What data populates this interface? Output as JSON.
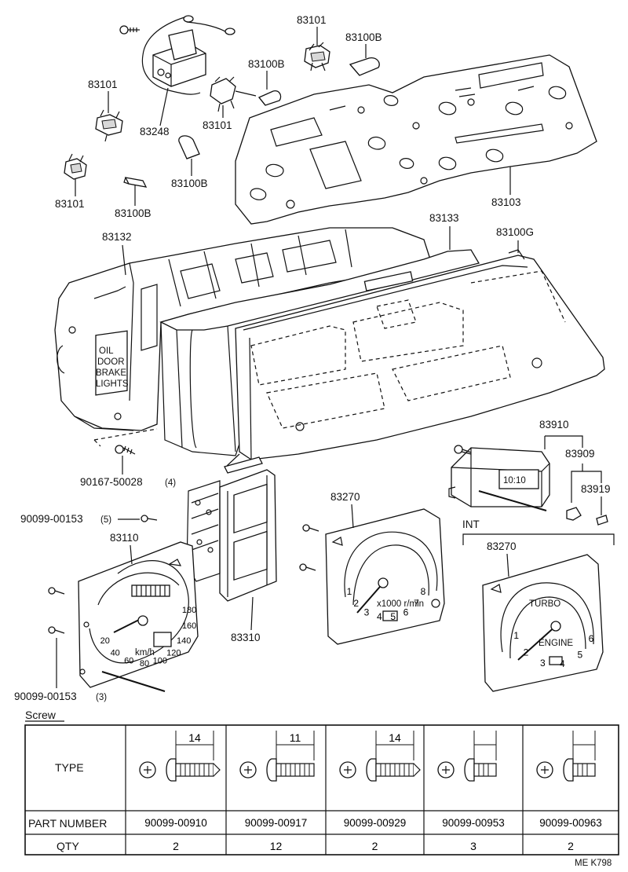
{
  "parts": {
    "p83101_a": "83101",
    "p83100b_a": "83100B",
    "p83100b_b": "83100B",
    "p83101_b": "83101",
    "p83248": "83248",
    "p83101_c": "83101",
    "p83100b_c": "83100B",
    "p83101_d": "83101",
    "p83100b_d": "83100B",
    "p83103": "83103",
    "p83132": "83132",
    "p83133": "83133",
    "p83100g": "83100G",
    "p90167": "90167-50028",
    "p90167_qty": "(4)",
    "p83910": "83910",
    "p83909": "83909",
    "p83919": "83919",
    "p90099_153_a": "90099-00153",
    "p90099_153_a_qty": "(5)",
    "p83110": "83110",
    "p83270_a": "83270",
    "p83310": "83310",
    "int_label": "INT",
    "p83270_b": "83270",
    "p90099_153_b": "90099-00153",
    "p90099_153_b_qty": "(3)"
  },
  "panel_labels": {
    "oil": "OIL",
    "door": "DOOR",
    "brake": "BRAKE",
    "lights": "LIGHTS",
    "clock": "10:10",
    "speed_unit": "km/h",
    "tach_unit": "x1000 r/min",
    "turbo": "TURBO",
    "engine": "ENGINE"
  },
  "speedo_ticks": [
    "20",
    "40",
    "60",
    "80",
    "100",
    "120",
    "140",
    "160",
    "180"
  ],
  "tach_ticks": [
    "1",
    "2",
    "3",
    "4",
    "5",
    "6",
    "7",
    "8"
  ],
  "tach2_ticks": [
    "1",
    "2",
    "3",
    "4",
    "5",
    "6"
  ],
  "screw_table": {
    "title": "Screw",
    "row_headers": {
      "type": "TYPE",
      "part_number": "PART NUMBER",
      "qty": "QTY"
    },
    "columns": [
      {
        "dim": "14",
        "part_number": "90099-00910",
        "qty": "2"
      },
      {
        "dim": "11",
        "part_number": "90099-00917",
        "qty": "12"
      },
      {
        "dim": "14",
        "part_number": "90099-00929",
        "qty": "2"
      },
      {
        "dim": "",
        "part_number": "90099-00953",
        "qty": "3"
      },
      {
        "dim": "",
        "part_number": "90099-00963",
        "qty": "2"
      }
    ]
  },
  "diagram_code": "ME K798"
}
